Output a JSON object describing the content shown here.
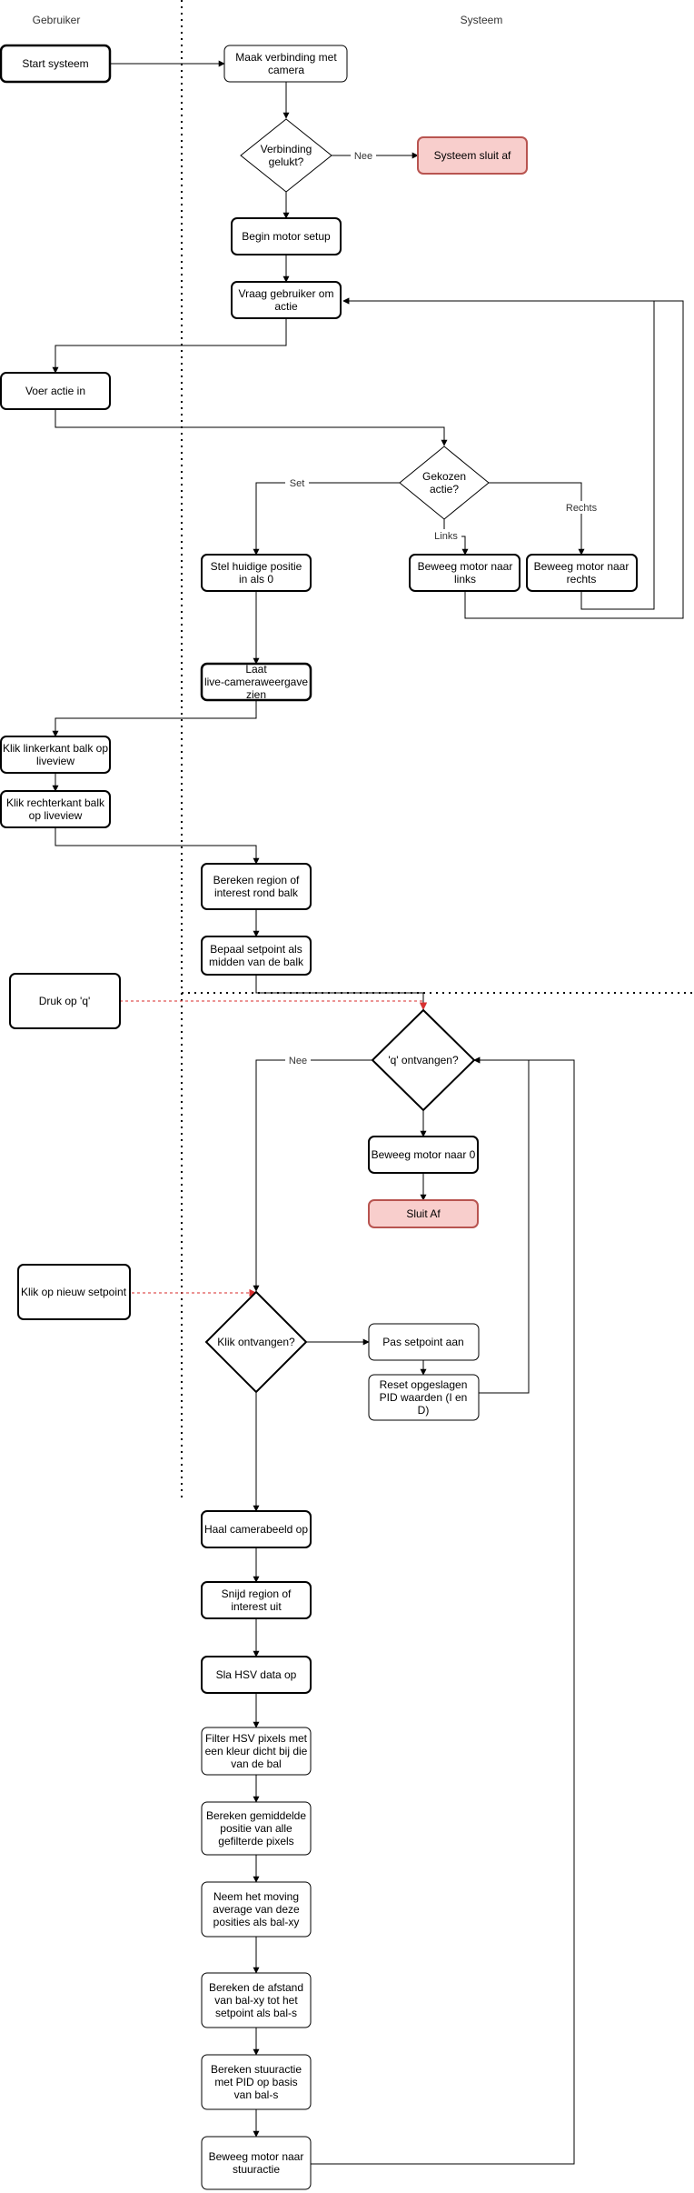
{
  "lanes": {
    "user": "Gebruiker",
    "system": "Systeem"
  },
  "nodes": {
    "start": "Start systeem",
    "connect": "Maak verbinding met camera",
    "conn_ok": "Verbinding gelukt?",
    "shutdown": "Systeem sluit af",
    "motor_setup": "Begin motor setup",
    "ask_action": "Vraag gebruiker om actie",
    "enter_action": "Voer actie in",
    "chosen_action": "Gekozen actie?",
    "set_zero": "Stel huidige positie in als 0",
    "move_left": "Beweeg motor naar links",
    "move_right": "Beweeg motor naar rechts",
    "live_view": "Laat live-cameraweergave zien",
    "click_left": "Klik linkerkant balk op liveview",
    "click_right": "Klik rechterkant balk op liveview",
    "calc_roi": "Bereken region of interest rond balk",
    "setpoint_mid": "Bepaal setpoint als midden van de balk",
    "press_q": "Druk op 'q'",
    "q_received": "'q' ontvangen?",
    "move_zero": "Beweeg motor naar 0",
    "close": "Sluit Af",
    "click_new_sp": "Klik op nieuw setpoint",
    "click_received": "Klik ontvangen?",
    "adjust_sp": "Pas setpoint aan",
    "reset_pid": "Reset opgeslagen PID waarden (I en D)",
    "get_frame": "Haal camerabeeld op",
    "crop_roi": "Snijd region of interest uit",
    "save_hsv": "Sla HSV data op",
    "filter_hsv": "Filter HSV pixels met een kleur dicht bij die van de bal",
    "avg_pos": "Bereken gemiddelde positie van alle gefilterde pixels",
    "moving_avg": "Neem het moving average van deze posities als bal-xy",
    "dist": "Bereken de afstand van bal-xy tot het setpoint als bal-s",
    "control": "Bereken stuuractie met PID op basis van bal-s",
    "move_motor": "Beweeg motor naar stuuractie"
  },
  "edges": {
    "nee1": "Nee",
    "set": "Set",
    "links": "Links",
    "rechts": "Rechts",
    "nee2": "Nee"
  },
  "colors": {
    "stroke": "#000000",
    "terminal_fill": "#f8cecc",
    "terminal_stroke": "#b85450",
    "signal": "#e05555"
  }
}
